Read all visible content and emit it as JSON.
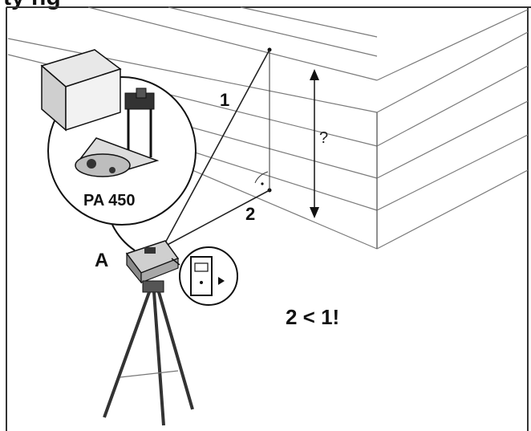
{
  "header": {
    "partial_title": "ty ng"
  },
  "labels": {
    "point_a": "A",
    "line_1": "1",
    "line_2": "2",
    "unknown_height": "?",
    "accessory_name": "PA 450",
    "rule": "2 < 1!"
  },
  "colors": {
    "ink": "#111111",
    "wall_lines": "#7a7a7a",
    "background": "#ffffff"
  },
  "icons": [
    "laser-meter-icon",
    "tripod-icon",
    "right-angle-mark-icon",
    "double-arrow-icon"
  ]
}
